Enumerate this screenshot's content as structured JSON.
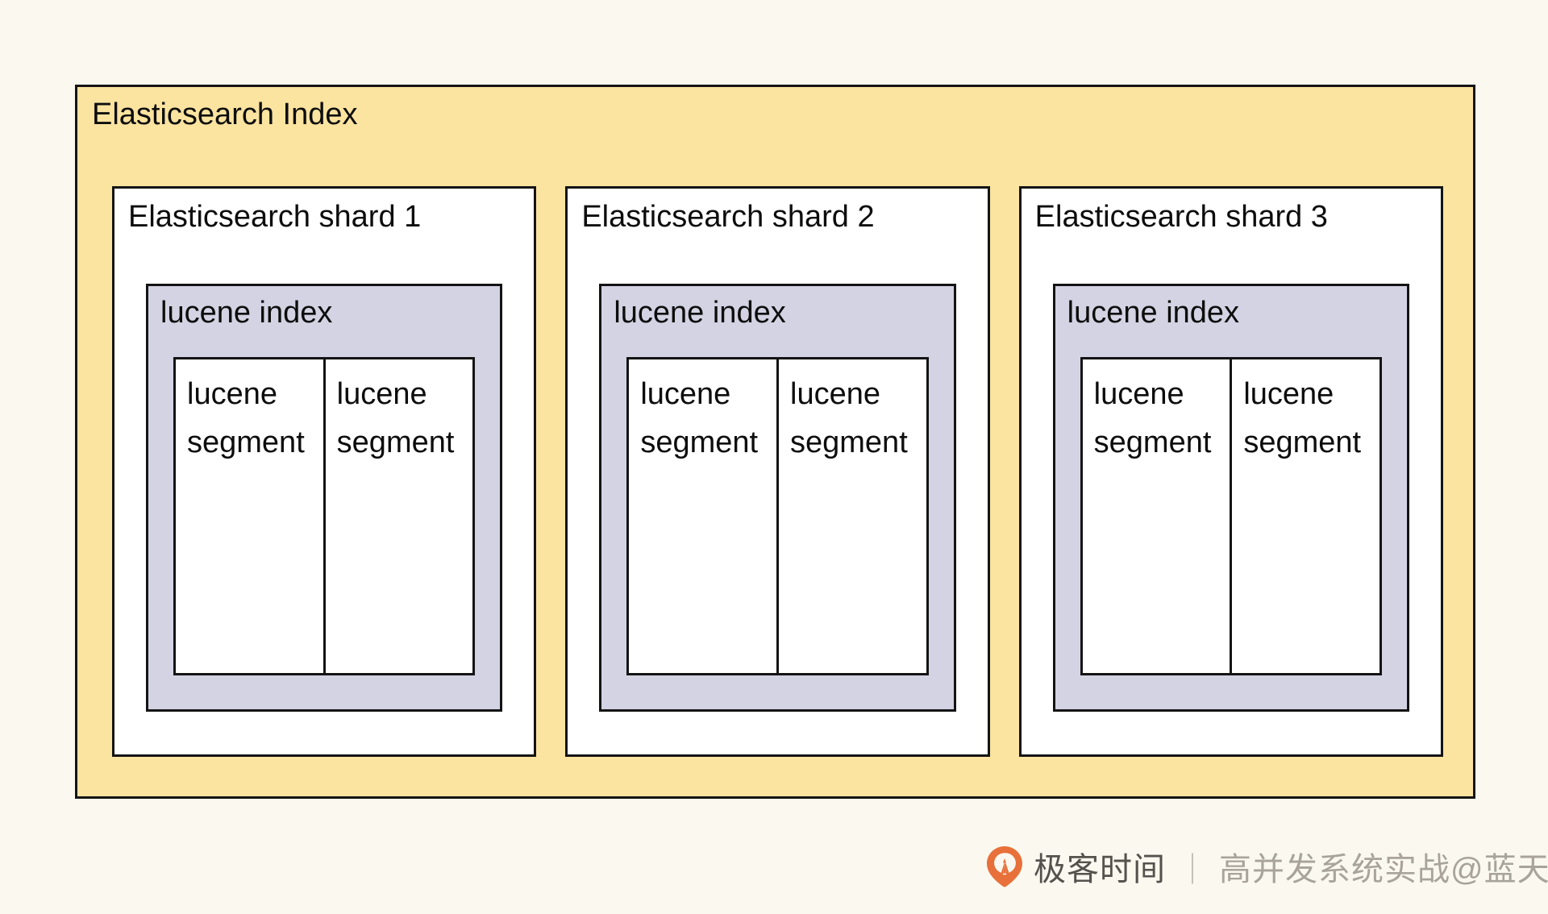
{
  "diagram": {
    "type": "nested-box-diagram",
    "background_color": "#fbf8f0",
    "container": {
      "title": "Elasticsearch Index",
      "fill_color": "#fbe3a0",
      "border_color": "#141414"
    },
    "shards": [
      {
        "title": "Elasticsearch shard 1",
        "fill_color": "#ffffff",
        "lucene_index": {
          "title": "lucene index",
          "fill_color": "#d3d3e3",
          "segments": [
            {
              "label": "lucene segment"
            },
            {
              "label": "lucene segment"
            }
          ]
        }
      },
      {
        "title": "Elasticsearch shard 2",
        "fill_color": "#ffffff",
        "lucene_index": {
          "title": "lucene index",
          "fill_color": "#d3d3e3",
          "segments": [
            {
              "label": "lucene segment"
            },
            {
              "label": "lucene segment"
            }
          ]
        }
      },
      {
        "title": "Elasticsearch shard 3",
        "fill_color": "#ffffff",
        "lucene_index": {
          "title": "lucene index",
          "fill_color": "#d3d3e3",
          "segments": [
            {
              "label": "lucene segment"
            },
            {
              "label": "lucene segment"
            }
          ]
        }
      }
    ]
  },
  "footer": {
    "logo_icon": "geekbang-logo-icon",
    "logo_color": "#e8703a",
    "brand": "极客时间",
    "separator": "｜",
    "course": "高并发系统实战@蓝天"
  }
}
